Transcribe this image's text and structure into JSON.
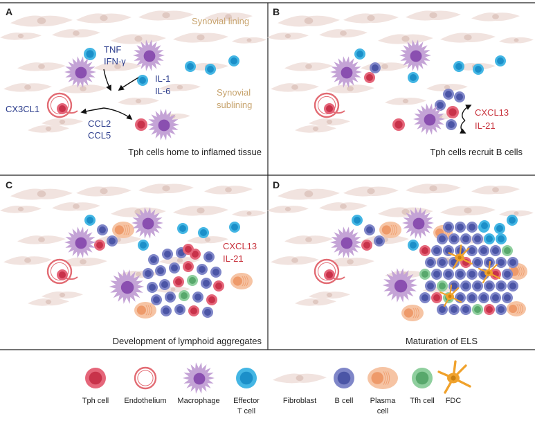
{
  "panels": {
    "a": {
      "letter": "A",
      "caption": "Tph cells home to inflamed tissue",
      "tissue_top": "Synovial lining",
      "tissue_mid": "Synovial",
      "tissue_mid2": "sublining",
      "cyto1": "TNF",
      "cyto2": "IFN-γ",
      "cyto3": "IL-1",
      "cyto4": "IL-6",
      "chemo1": "CX3CL1",
      "chemo2": "CCL2",
      "chemo3": "CCL5"
    },
    "b": {
      "letter": "B",
      "caption": "Tph cells recruit B cells",
      "cyto1": "CXCL13",
      "cyto2": "IL-21"
    },
    "c": {
      "letter": "C",
      "caption": "Development of lymphoid aggregates",
      "cyto1": "CXCL13",
      "cyto2": "IL-21"
    },
    "d": {
      "letter": "D",
      "caption": "Maturation of ELS"
    }
  },
  "legend": {
    "tph": "Tph cell",
    "endothelium": "Endothelium",
    "macrophage": "Macrophage",
    "effector1": "Effector",
    "effector2": "T cell",
    "fibroblast": "Fibroblast",
    "bcell": "B cell",
    "plasma1": "Plasma",
    "plasma2": "cell",
    "tfh": "Tfh cell",
    "fdc": "FDC"
  },
  "colors": {
    "tph": "#e5667a",
    "tph_core": "#c8324a",
    "bcell": "#7f86c8",
    "bcell_core": "#4b55a6",
    "effector": "#44b6e4",
    "effector_core": "#1b8fc9",
    "macrophage": "#c4a3d6",
    "macrophage_core": "#8a4fb0",
    "plasma": "#f6c4a4",
    "plasma_core": "#ee9a6a",
    "tfh": "#8fcf9e",
    "tfh_core": "#58a86c",
    "fibroblast": "#f1e3df",
    "fibroblast_core": "#e0c9c2",
    "fdc": "#f0a22c",
    "endothelium": "#e26b73",
    "blue_text": "#2b3c8c",
    "red_text": "#c8323c",
    "tan_text": "#c7a36d"
  }
}
